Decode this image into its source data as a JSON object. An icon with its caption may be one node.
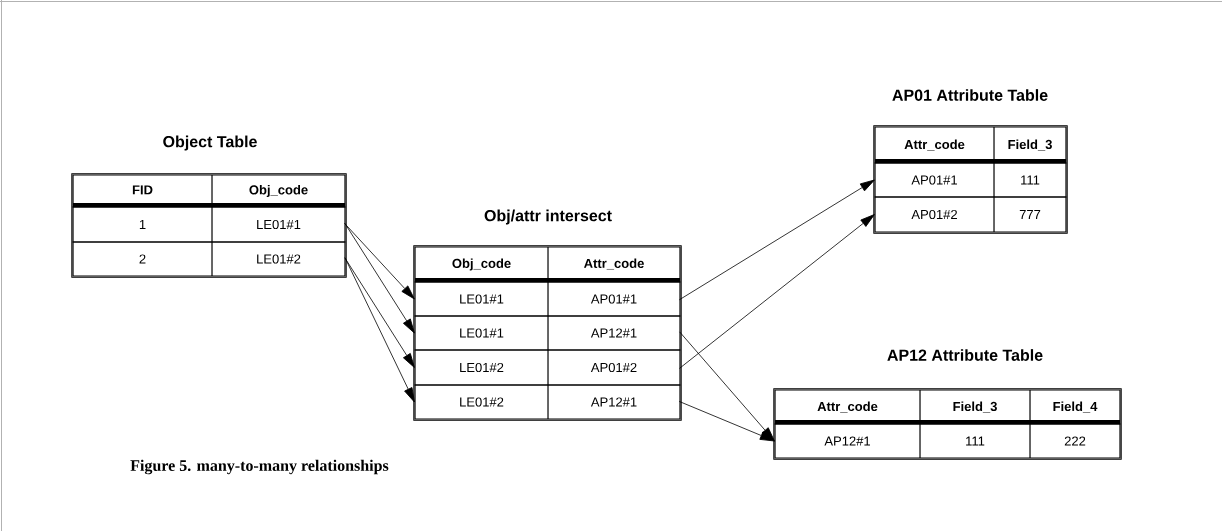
{
  "diagram": {
    "caption": "Figure 5. many-to-many relationships",
    "nodes": [
      {
        "text": [
          "Object Table"
        ]
      },
      {
        "text": [
          "FID",
          "Obj_code"
        ],
        "in": 0
      },
      {
        "text": [
          "1",
          "LE01#1"
        ],
        "in": 0
      },
      {
        "text": [
          "2",
          "LE01#2"
        ],
        "in": 0
      },
      {
        "text": [
          "Obj/attr intersect"
        ]
      },
      {
        "text": [
          "Obj_code",
          "Attr_code"
        ],
        "in": 4
      },
      {
        "text": [
          "LE01#1",
          "AP01#1"
        ],
        "in": 4
      },
      {
        "text": [
          "LE01#1",
          "AP12#1"
        ],
        "in": 4
      },
      {
        "text": [
          "LE01#2",
          "AP01#2"
        ],
        "in": 4
      },
      {
        "text": [
          "LE01#2",
          "AP12#1"
        ],
        "in": 4
      },
      {
        "text": [
          "AP01 Attribute Table"
        ]
      },
      {
        "text": [
          "Attr_code",
          "Field_3"
        ],
        "in": 10
      },
      {
        "text": [
          "AP01#1",
          "111"
        ],
        "in": 10
      },
      {
        "text": [
          "AP01#2",
          "777"
        ],
        "in": 10
      },
      {
        "text": [
          "AP12 Attribute Table"
        ]
      },
      {
        "text": [
          "Attr_code",
          "Field_3",
          "Field_4"
        ],
        "in": 14
      },
      {
        "text": [
          "AP12#1",
          "111",
          "222"
        ],
        "in": 14
      }
    ],
    "edges": [
      {
        "from": 2,
        "to": 6,
        "arrow": "to"
      },
      {
        "from": 2,
        "to": 7,
        "arrow": "to"
      },
      {
        "from": 3,
        "to": 8,
        "arrow": "to"
      },
      {
        "from": 3,
        "to": 9,
        "arrow": "to"
      },
      {
        "from": 6,
        "to": 12,
        "arrow": "to"
      },
      {
        "from": 8,
        "to": 13,
        "arrow": "to"
      },
      {
        "from": 7,
        "to": 16,
        "arrow": "to"
      },
      {
        "from": 9,
        "to": 16,
        "arrow": "to"
      }
    ]
  }
}
